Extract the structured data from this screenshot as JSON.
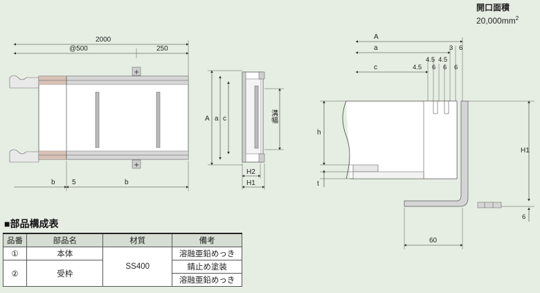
{
  "open_area": {
    "label": "開口面積",
    "value": "20,000",
    "unit": "mm",
    "unit_sup": "2"
  },
  "plan_view": {
    "dim_total": "2000",
    "dim_pitch": "@500",
    "dim_end": "250",
    "dim_b_left": "b",
    "dim_5": "5",
    "dim_b_right": "b"
  },
  "section_view": {
    "dim_A": "A",
    "dim_a": "a",
    "dim_c": "c",
    "label_groove_width": "溝幅",
    "dim_H2": "H2",
    "dim_H1": "H1"
  },
  "detail_view": {
    "dim_A": "A",
    "dim_a": "a",
    "dim_3": "3",
    "dim_6_top": "6",
    "dim_45_a": "4.5",
    "dim_45_b": "4.5",
    "dim_c": "c",
    "dim_45_c": "4.5",
    "dim_6_a": "6",
    "dim_6_b": "6",
    "dim_6_c": "6",
    "dim_h": "h",
    "dim_t": "t",
    "dim_H1": "H1",
    "dim_6_side": "6",
    "dim_60": "60"
  },
  "parts_table": {
    "title": "■部品構成表",
    "headers": [
      "品番",
      "部品名",
      "材質",
      "備考"
    ],
    "rows": [
      {
        "no": "①",
        "name": "本体",
        "material": "SS400",
        "note": "溶融亜鉛めっき"
      },
      {
        "no": "②",
        "name": "受枠",
        "note_a": "錆止め塗装",
        "note_b": "溶融亜鉛めっき"
      }
    ]
  }
}
